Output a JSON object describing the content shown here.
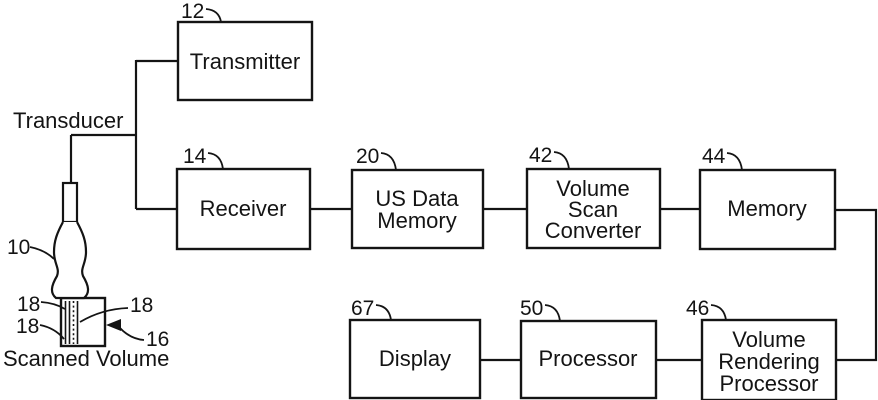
{
  "figure": {
    "bg_color": "#ffffff",
    "ink_color": "#141414",
    "blocks": [
      {
        "ref": "12",
        "lines": [
          "Transmitter"
        ]
      },
      {
        "ref": "14",
        "lines": [
          "Receiver"
        ]
      },
      {
        "ref": "20",
        "lines": [
          "US Data",
          "Memory"
        ]
      },
      {
        "ref": "42",
        "lines": [
          "Volume",
          "Scan",
          "Converter"
        ]
      },
      {
        "ref": "44",
        "lines": [
          "Memory"
        ]
      },
      {
        "ref": "67",
        "lines": [
          "Display"
        ]
      },
      {
        "ref": "50",
        "lines": [
          "Processor"
        ]
      },
      {
        "ref": "46",
        "lines": [
          "Volume",
          "Rendering",
          "Processor"
        ]
      }
    ],
    "labels": {
      "transducer": "Transducer",
      "scanned_volume": "Scanned Volume"
    },
    "refs": {
      "probe": "10",
      "scanline_left_top": "18",
      "scanline_left_bottom": "18",
      "scanline_right": "18",
      "volume_box": "16"
    }
  }
}
